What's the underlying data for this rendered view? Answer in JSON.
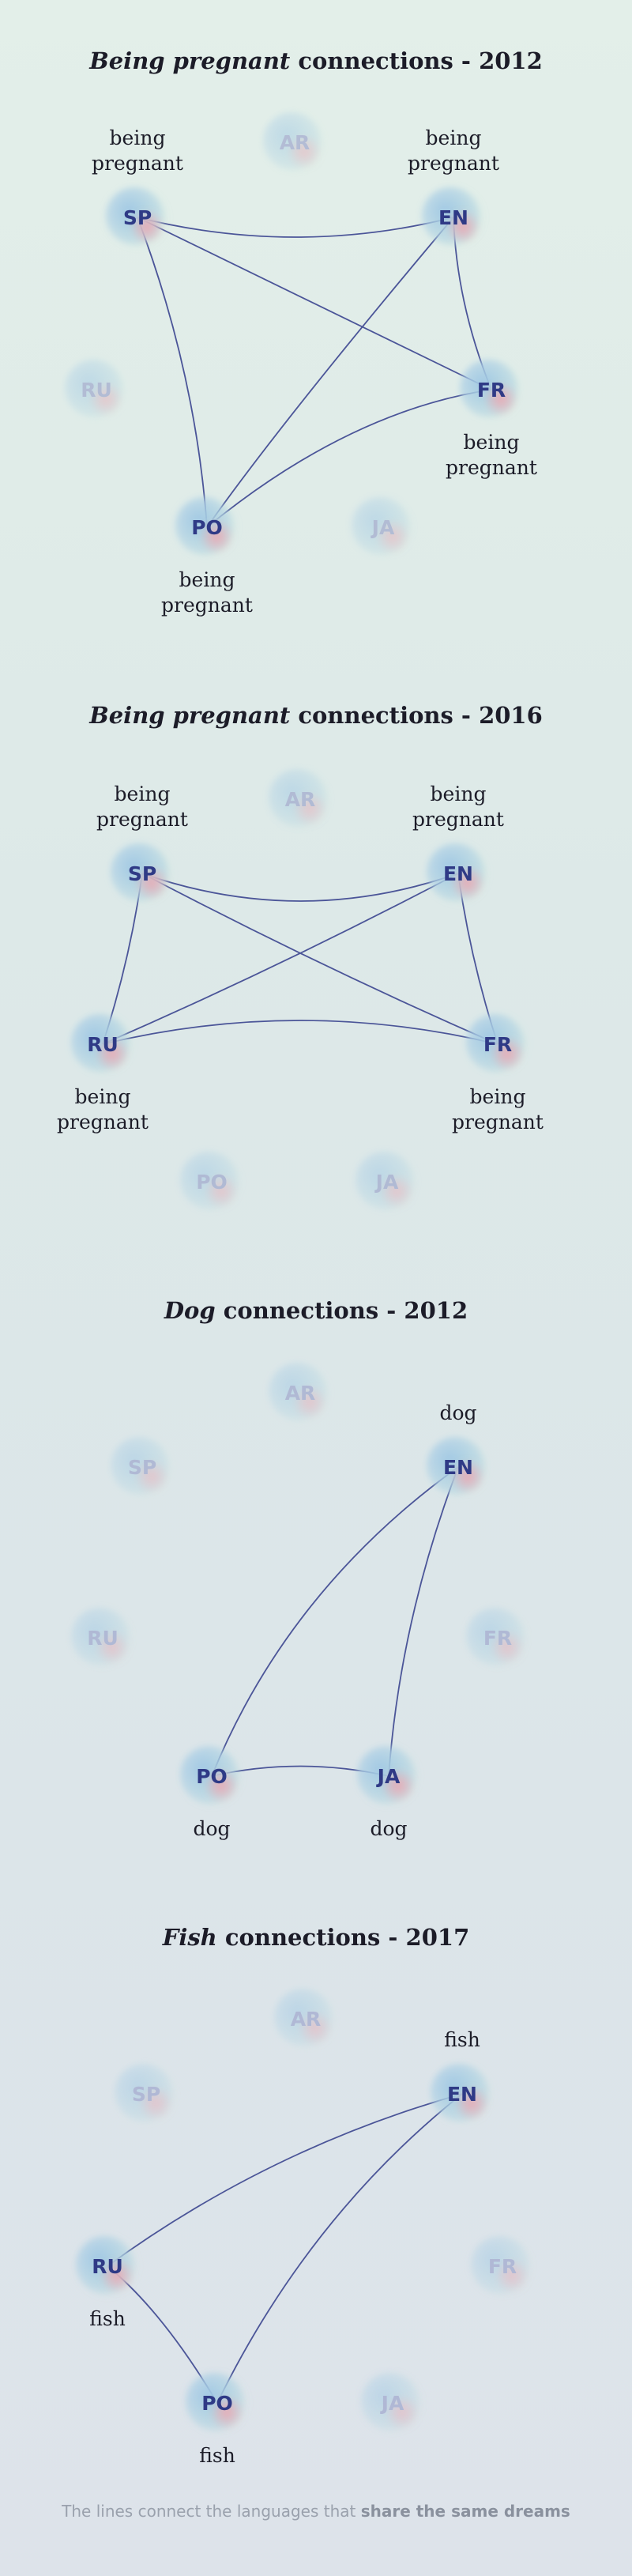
{
  "colors": {
    "line": "#4b5598",
    "active_text": "#2f3a86",
    "inactive_text": "#8d95c5"
  },
  "footer": {
    "prefix": "The lines connect the languages that ",
    "emphasis": "share the same dreams"
  },
  "panels": [
    {
      "title_em": "Being pregnant",
      "title_rest": " connections - 2012",
      "nodes": [
        {
          "id": "SP",
          "active": true,
          "word": "being pregnant"
        },
        {
          "id": "AR",
          "active": false
        },
        {
          "id": "EN",
          "active": true,
          "word": "being pregnant"
        },
        {
          "id": "RU",
          "active": false
        },
        {
          "id": "FR",
          "active": true,
          "word": "being pregnant"
        },
        {
          "id": "PO",
          "active": true,
          "word": "being pregnant"
        },
        {
          "id": "JA",
          "active": false
        }
      ],
      "edges": [
        [
          "SP",
          "EN"
        ],
        [
          "SP",
          "FR"
        ],
        [
          "SP",
          "PO"
        ],
        [
          "EN",
          "FR"
        ],
        [
          "EN",
          "PO"
        ],
        [
          "FR",
          "PO"
        ]
      ]
    },
    {
      "title_em": "Being pregnant",
      "title_rest": " connections - 2016",
      "nodes": [
        {
          "id": "SP",
          "active": true,
          "word": "being pregnant"
        },
        {
          "id": "AR",
          "active": false
        },
        {
          "id": "EN",
          "active": true,
          "word": "being pregnant"
        },
        {
          "id": "RU",
          "active": true,
          "word": "being pregnant"
        },
        {
          "id": "FR",
          "active": true,
          "word": "being pregnant"
        },
        {
          "id": "PO",
          "active": false
        },
        {
          "id": "JA",
          "active": false
        }
      ],
      "edges": [
        [
          "SP",
          "EN"
        ],
        [
          "SP",
          "RU"
        ],
        [
          "SP",
          "FR"
        ],
        [
          "EN",
          "RU"
        ],
        [
          "EN",
          "FR"
        ],
        [
          "RU",
          "FR"
        ]
      ]
    },
    {
      "title_em": "Dog",
      "title_rest": " connections - 2012",
      "nodes": [
        {
          "id": "AR",
          "active": false
        },
        {
          "id": "SP",
          "active": false
        },
        {
          "id": "EN",
          "active": true,
          "word": "dog"
        },
        {
          "id": "RU",
          "active": false
        },
        {
          "id": "FR",
          "active": false
        },
        {
          "id": "PO",
          "active": true,
          "word": "dog"
        },
        {
          "id": "JA",
          "active": true,
          "word": "dog"
        }
      ],
      "edges": [
        [
          "EN",
          "PO"
        ],
        [
          "EN",
          "JA"
        ],
        [
          "PO",
          "JA"
        ]
      ]
    },
    {
      "title_em": "Fish",
      "title_rest": " connections - 2017",
      "nodes": [
        {
          "id": "AR",
          "active": false
        },
        {
          "id": "SP",
          "active": false
        },
        {
          "id": "EN",
          "active": true,
          "word": "fish"
        },
        {
          "id": "RU",
          "active": true,
          "word": "fish"
        },
        {
          "id": "FR",
          "active": false
        },
        {
          "id": "PO",
          "active": true,
          "word": "fish"
        },
        {
          "id": "JA",
          "active": false
        }
      ],
      "edges": [
        [
          "EN",
          "RU"
        ],
        [
          "EN",
          "PO"
        ],
        [
          "RU",
          "PO"
        ]
      ]
    }
  ]
}
